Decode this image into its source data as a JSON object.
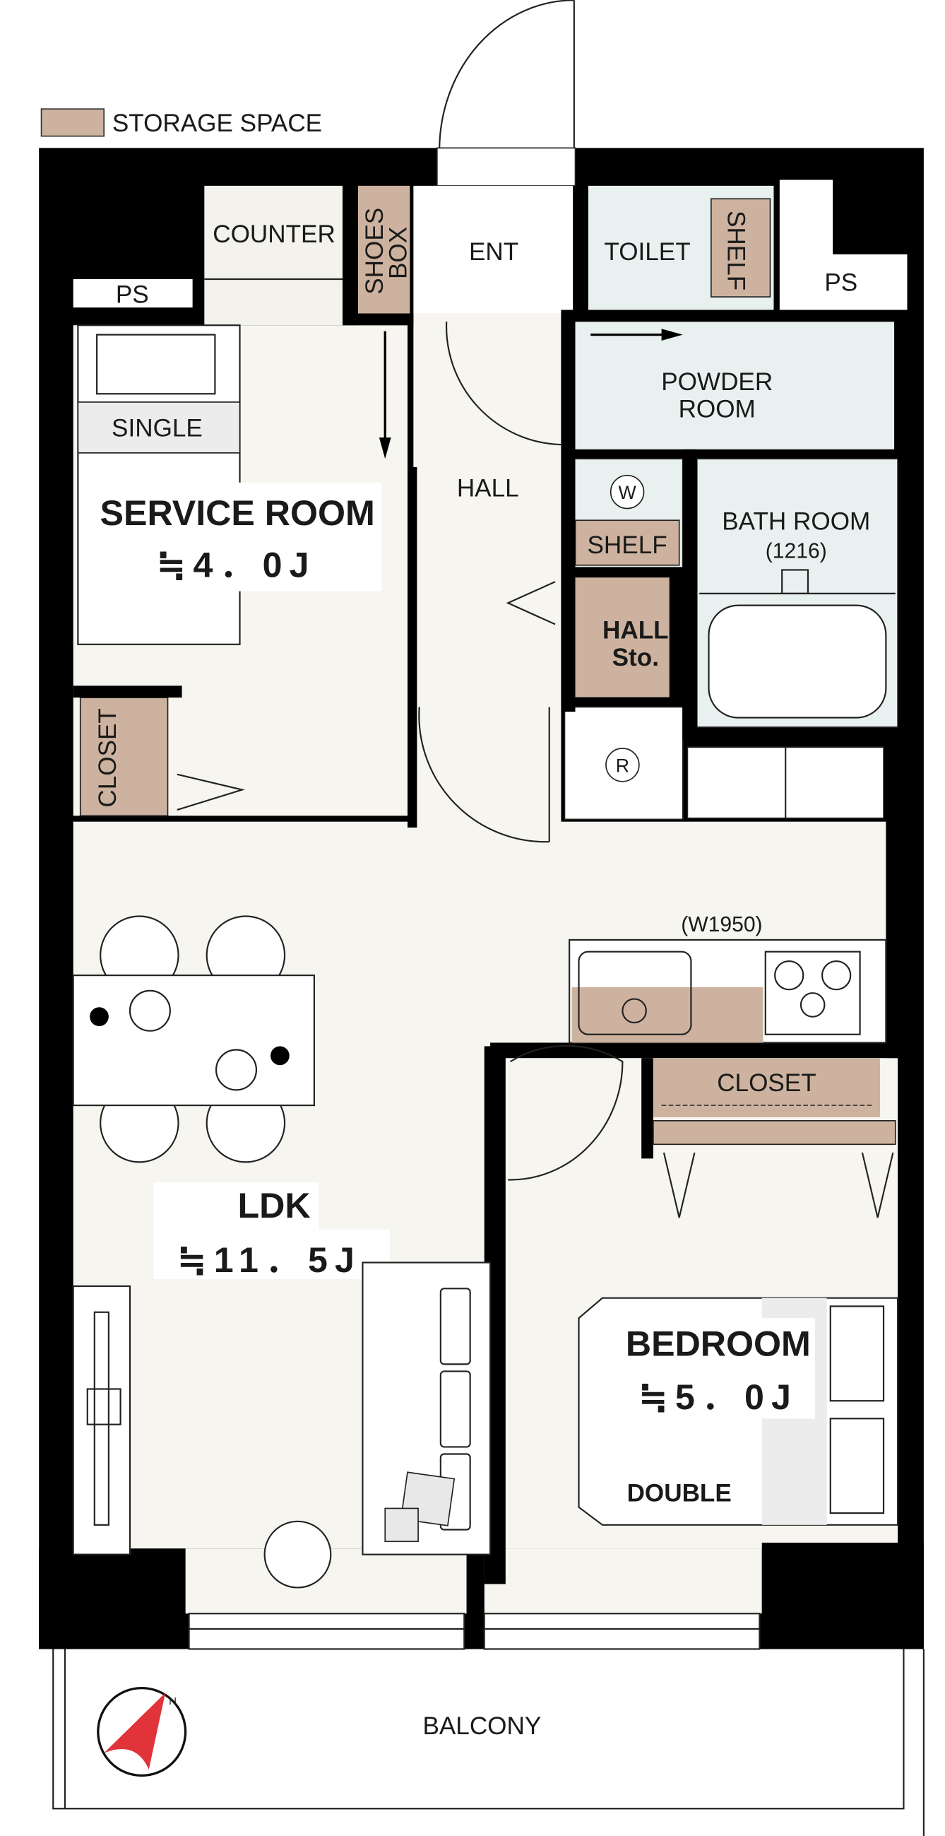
{
  "legend": {
    "label": "STORAGE SPACE",
    "swatch_color": "#cdb39f"
  },
  "colors": {
    "wall": "#000000",
    "floor": "#f6f5f0",
    "wet_area": "#e8f0f0",
    "storage": "#cdb39f",
    "compass": "#e0343a"
  },
  "rooms": {
    "counter": "COUNTER",
    "shoes_box": [
      "SHOES",
      "BOX"
    ],
    "ent": "ENT",
    "toilet": "TOILET",
    "toilet_shelf": "SHELF",
    "ps_left": "PS",
    "ps_right": "PS",
    "powder_room": [
      "POWDER",
      "ROOM"
    ],
    "hall": "HALL",
    "washer": "W",
    "shelf": "SHELF",
    "bath_room": "BATH ROOM",
    "bath_size": "(1216)",
    "hall_storage": [
      "HALL",
      "Sto."
    ],
    "fridge": "R",
    "single_bed": "SINGLE",
    "service_room": "SERVICE ROOM",
    "service_room_area": "≒4．0J",
    "closet_left": "CLOSET",
    "kitchen_width": "(W1950)",
    "closet_bedroom": "CLOSET",
    "ldk": "LDK",
    "ldk_area": "≒11．5J",
    "bedroom": "BEDROOM",
    "bedroom_area": "≒5．0J",
    "double_bed": "DOUBLE",
    "balcony": "BALCONY"
  }
}
